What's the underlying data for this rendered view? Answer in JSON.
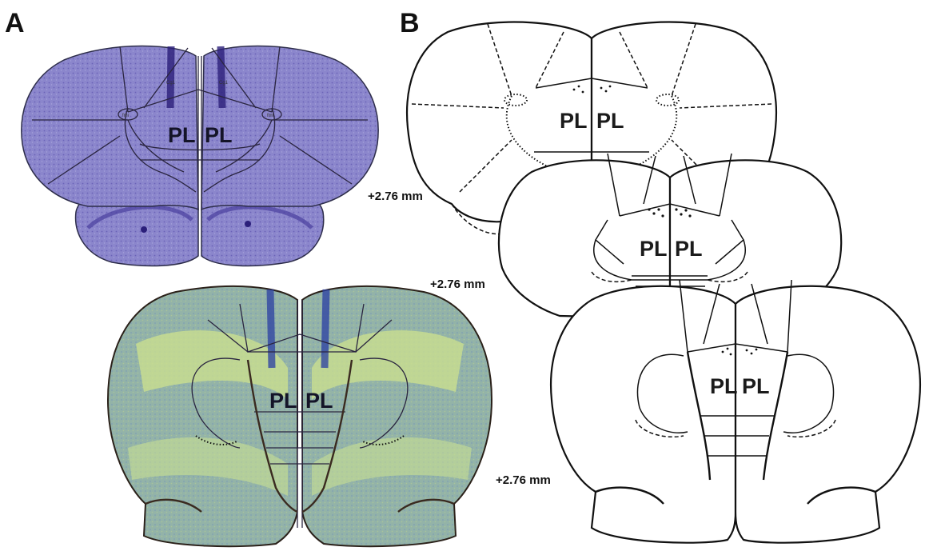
{
  "panels": {
    "a": {
      "letter": "A"
    },
    "b": {
      "letter": "B"
    }
  },
  "labels": {
    "region": "PL",
    "coordinate": "+2.76 mm",
    "tract": "fmi",
    "cingulate": "Cg1"
  },
  "colors": {
    "nissl_tissue": "#7d78c4",
    "nissl_dark": "#3a2d8f",
    "fluor_tissue": "#8fb3a6",
    "fluor_green": "#c6de8a",
    "fluor_blue": "#4f6fc0",
    "outline": "#111111"
  }
}
